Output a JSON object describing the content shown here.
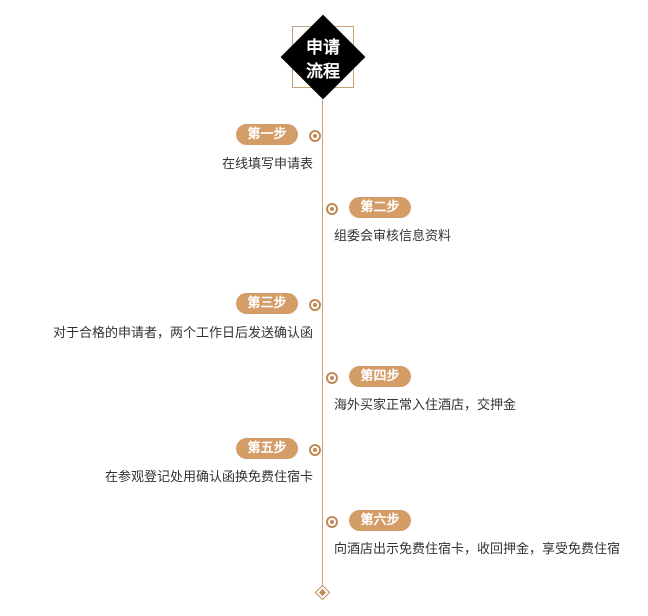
{
  "header": {
    "line1": "申请",
    "line2": "流程"
  },
  "steps": [
    {
      "label": "第一步",
      "text": "在线填写申请表"
    },
    {
      "label": "第二步",
      "text": "组委会审核信息资料"
    },
    {
      "label": "第三步",
      "text": "对于合格的申请者，两个工作日后发送确认函"
    },
    {
      "label": "第四步",
      "text": "海外买家正常入住酒店，交押金"
    },
    {
      "label": "第五步",
      "text": "在参观登记处用确认函换免费住宿卡"
    },
    {
      "label": "第六步",
      "text": "向酒店出示免费住宿卡，收回押金，享受免费住宿"
    }
  ],
  "colors": {
    "accent": "#d49d68",
    "line": "#c8a27a",
    "header_bg": "#000000",
    "text": "#333333"
  }
}
